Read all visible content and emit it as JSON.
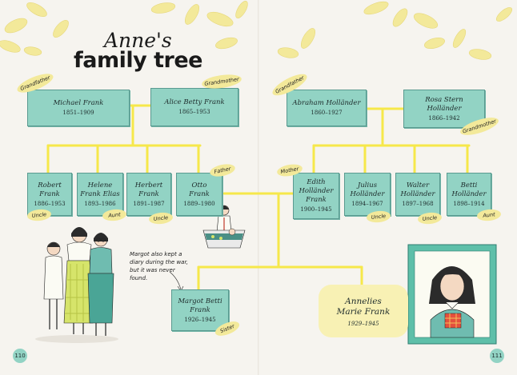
{
  "title": {
    "line1": "Anne's",
    "line2": "family tree"
  },
  "note": "Margot also kept a diary during the war, but it was never found.",
  "people": {
    "michael": {
      "name": "Michael Frank",
      "years": "1851–1909"
    },
    "alice": {
      "name": "Alice Betty Frank",
      "years": "1865–1953"
    },
    "abraham": {
      "name": "Abraham Holländer",
      "years": "1860–1927"
    },
    "rosa": {
      "name": "Rosa Stern Holländer",
      "years": "1866–1942"
    },
    "robert": {
      "name": "Robert Frank",
      "years": "1886–1953"
    },
    "helene": {
      "name": "Helene Frank Elias",
      "years": "1893–1986"
    },
    "herbert": {
      "name": "Herbert Frank",
      "years": "1891–1987"
    },
    "otto": {
      "name": "Otto Frank",
      "years": "1889–1980"
    },
    "edith": {
      "name": "Edith Holländer Frank",
      "years": "1900–1945"
    },
    "julius": {
      "name": "Julius Holländer",
      "years": "1894–1967"
    },
    "walter": {
      "name": "Walter Holländer",
      "years": "1897–1968"
    },
    "betti": {
      "name": "Betti Holländer",
      "years": "1898–1914"
    },
    "margot": {
      "name": "Margot Betti Frank",
      "years": "1926–1945"
    },
    "anne": {
      "name": "Annelies Marie Frank",
      "years": "1929–1945"
    }
  },
  "tags": {
    "grandfather": "Grandfather",
    "grandmother": "Grandmother",
    "father": "Father",
    "mother": "Mother",
    "uncle": "Uncle",
    "aunt": "Aunt",
    "sister": "Sister"
  },
  "page_numbers": {
    "left": "110",
    "right": "111"
  },
  "colors": {
    "card": "#92d3c4",
    "connector": "#f6e84a",
    "leaf": "#f3e99a",
    "frame": "#5ebfa9",
    "background": "#f6f4ef"
  }
}
